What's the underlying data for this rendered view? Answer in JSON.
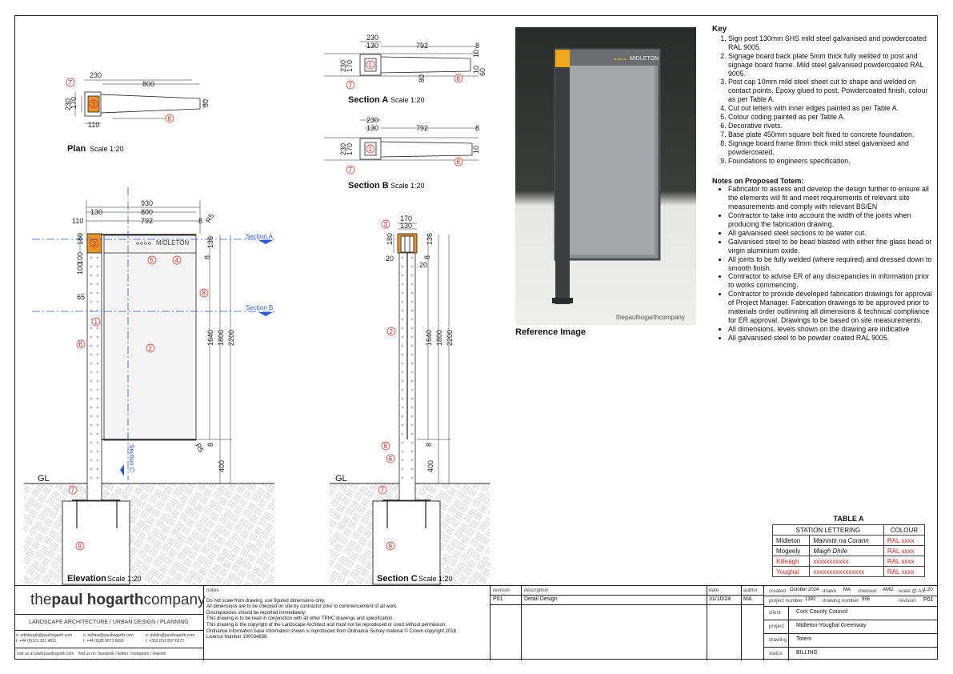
{
  "drawing": {
    "plan": {
      "title": "Plan",
      "scale": "Scale 1:20",
      "dims": [
        "230",
        "800",
        "170",
        "230",
        "110",
        "80"
      ]
    },
    "section_a": {
      "title": "Section A",
      "scale": "Scale 1:20",
      "dims": [
        "230",
        "130",
        "792",
        "8",
        "230",
        "170",
        "80",
        "10",
        "10",
        "60"
      ]
    },
    "section_b": {
      "title": "Section B",
      "scale": "Scale 1:20",
      "dims": [
        "230",
        "130",
        "792",
        "8",
        "230",
        "170",
        "10"
      ]
    },
    "elevation": {
      "title": "Elevation",
      "scale": "Scale 1:20",
      "dims": [
        "930",
        "800",
        "130",
        "110",
        "792",
        "8",
        "R5",
        "180",
        "136",
        "8",
        "100",
        "100",
        "65",
        "1640",
        "1800",
        "2200",
        "8",
        "R5",
        "400"
      ],
      "sign_text": "MIDLETON",
      "section_a_label": "Section A",
      "section_b_label": "Section B",
      "section_c_label": "Section C",
      "ground": "GL"
    },
    "section_c": {
      "title": "Section C",
      "scale": "Scale 1:20",
      "dims": [
        "170",
        "130",
        "180",
        "136",
        "20",
        "8",
        "20",
        "1640",
        "1800",
        "2200",
        "8",
        "400"
      ],
      "ground": "GL"
    },
    "callouts": [
      "1",
      "2",
      "3",
      "4",
      "5",
      "6",
      "7",
      "8",
      "9"
    ]
  },
  "reference": {
    "caption": "Reference Image",
    "sign_text": "MIDLETON",
    "watermark": "thepaulhogarthcompany"
  },
  "key": {
    "heading": "Key",
    "items": [
      "Sign post 130mm SHS mild steel galvanised and powdercoated RAL 9005.",
      "Signage board back plate 5mm thick fully welded to post and signage board frame. Mild steel galvanised powdercoated RAL 9005.",
      "Post cap 10mm mild steel sheet cut to shape and welded on contact points. Epoxy glued to post. Powdercoated finish, colour as per Table A.",
      "Cut out letters with inner edges painted as per Table A.",
      "Colour coding painted as per Table A.",
      "Decorative rivets.",
      "Base plate 450mm square bolt fixed to concrete foundation.",
      "Signage board frame 8mm thick mild steel galvanised and powdercoated.",
      "Foundations to engineers specification."
    ],
    "notes_heading": "Notes on Proposed Totem:",
    "notes": [
      "Fabricator to assess and develop the design further to ensure all the elements will fit and meet requirements of relevant site measurements and comply with relevant BS/EN",
      "Contractor to take into account the width of the joints when producing the fabrication drawing.",
      "All galvanised steel sections to be water cut.",
      "Galvanised steel to be bead blasted with either fine glass bead or virgin aluminium oxide.",
      "All joints to be fully welded (where required) and dressed down to smooth finish.",
      "Contractor to advise ER of any discrepancies in information prior to works commencing.",
      "Contractor to provide developed fabrication drawings for approval of Project Manager. Fabrication drawings to be approved prior to materials order outlinining all dimensions & technical compliance for ER approval. Drawings to be based on site measurements.",
      "All dimensions, levels shown on the drawing are indicative",
      "All galvanised steel to be powder coated RAL 9005."
    ]
  },
  "table_a": {
    "title": "TABLE A",
    "col1": "STATION LETTERING",
    "col2": "COLOUR",
    "rows": [
      {
        "name": "Midleton",
        "irish": "Mainistir na Corann",
        "colour": "RAL xxxx",
        "red": false
      },
      {
        "name": "Mogeely",
        "irish": "Maigh Dhíle",
        "colour": "RAL xxxx",
        "red": false
      },
      {
        "name": "Killeagh",
        "irish": "xxxxxxxxxxx",
        "colour": "RAL xxxx",
        "red": true
      },
      {
        "name": "Youghal",
        "irish": "xxxxxxxxxxxxxxxx",
        "colour": "RAL xxxx",
        "red": true
      }
    ]
  },
  "title_block": {
    "company_light1": "the",
    "company_bold": "paul hogarth",
    "company_light2": "company",
    "tagline": "LANDSCAPE ARCHITECTURE / URBAN DESIGN / PLANNING",
    "contacts": [
      "e: edinburgh@paulhogarth.com",
      "e: belfast@paulhogarth.com",
      "e: dublin@paulhogarth.com",
      "t: +44 (0)131 331 4811",
      "t: +44 (0)28 9073 6690",
      "t: +353 (0)1 897 0272"
    ],
    "website": "visit us at www.paulhogarth.com",
    "social": "find us on: facebook / twitter / instagram / linkedin",
    "notes_label": "notes",
    "notes": [
      "Do not scale from drawing, use figured dimensions only.",
      "All dimensions are to be checked on site by contractor prior to commencement of all work.",
      "Discrepancies should be reported immediately.",
      "This drawing is to be read in conjunction with all other TPHC drawings and specification.",
      "This drawing is the copyright of the Landscape Architect and must not be reproduced or used without permission.",
      "Ordnance information base information shown is reproduced from Ordnance Survey material © Crown copyright 2018",
      "Licence Number 100034836."
    ],
    "rev_headers": {
      "revision": "revision",
      "description": "description",
      "date": "date",
      "author": "author"
    },
    "revision_row": {
      "revision": "P01",
      "description": "Detail Design",
      "date": "31/10/24",
      "author": "MA"
    },
    "meta": {
      "created_label": "created",
      "created": "October 2024",
      "drawn_label": "drawn",
      "drawn": "MA",
      "checked_label": "checked",
      "checked": "AMG",
      "scale_label": "scale @ A3",
      "scale": "1:20",
      "project_number_label": "project number",
      "project_number": "1392",
      "drawing_number_label": "drawing number",
      "drawing_number": "956",
      "revision_label": "revision",
      "revision": "P01",
      "client_label": "client",
      "client": "Cork County Council",
      "project_label": "project",
      "project": "Midleton-Youghal Greenway",
      "drawing_label": "drawing",
      "drawing": "Totem",
      "status_label": "status",
      "status": "BILLING"
    }
  },
  "colors": {
    "cap_orange": "#e8932a",
    "section_blue": "#2d5bd6",
    "red_text": "#d9261c",
    "line": "#222222"
  }
}
